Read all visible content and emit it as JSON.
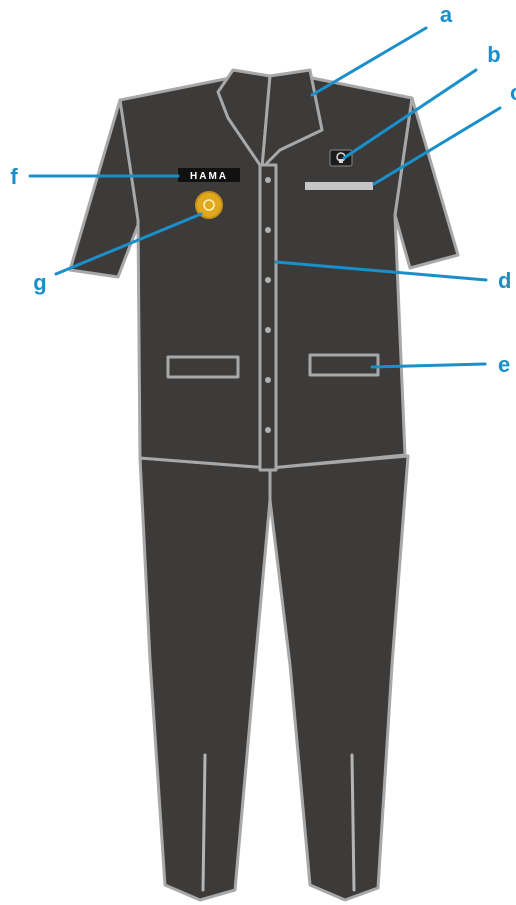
{
  "callouts": {
    "a": "a",
    "b": "b",
    "c": "c",
    "d": "d",
    "e": "e",
    "f": "f",
    "g": "g"
  },
  "name_tag_text": "HAMA",
  "colors": {
    "fabric": "#3d3b3a",
    "outline": "#a8a8a8",
    "leader": "#1a8fc9",
    "badge": "#e0a81c"
  }
}
